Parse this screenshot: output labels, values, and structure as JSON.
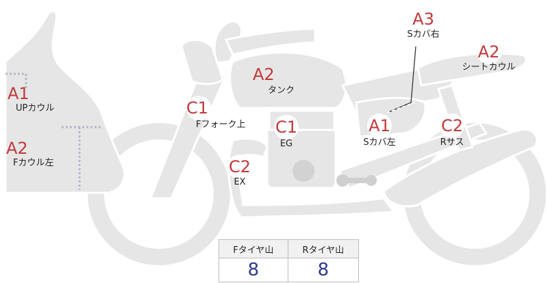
{
  "colors": {
    "body_fill": "#e6e6e6",
    "outline": "#ffffff",
    "grade_text": "#c0393b",
    "value_text": "#2c3a8f",
    "label_text": "#222222"
  },
  "parts": [
    {
      "id": "up-cowl",
      "grade": "A1",
      "name": "UPカウル"
    },
    {
      "id": "f-cowl-left",
      "grade": "A2",
      "name": "Fカウル左"
    },
    {
      "id": "f-fork-upper",
      "grade": "C1",
      "name": "Fフォーク上"
    },
    {
      "id": "tank",
      "grade": "A2",
      "name": "タンク"
    },
    {
      "id": "engine",
      "grade": "C1",
      "name": "EG"
    },
    {
      "id": "exhaust",
      "grade": "C2",
      "name": "EX"
    },
    {
      "id": "s-cover-right",
      "grade": "A3",
      "name": "Sカバ右"
    },
    {
      "id": "seat-cowl",
      "grade": "A2",
      "name": "シートカウル"
    },
    {
      "id": "s-cover-left",
      "grade": "A1",
      "name": "Sカバ左"
    },
    {
      "id": "r-suspension",
      "grade": "C2",
      "name": "Rサス"
    }
  ],
  "tires": {
    "front_label": "Fタイヤ山",
    "rear_label": "Rタイヤ山",
    "front_value": "8",
    "rear_value": "8"
  }
}
